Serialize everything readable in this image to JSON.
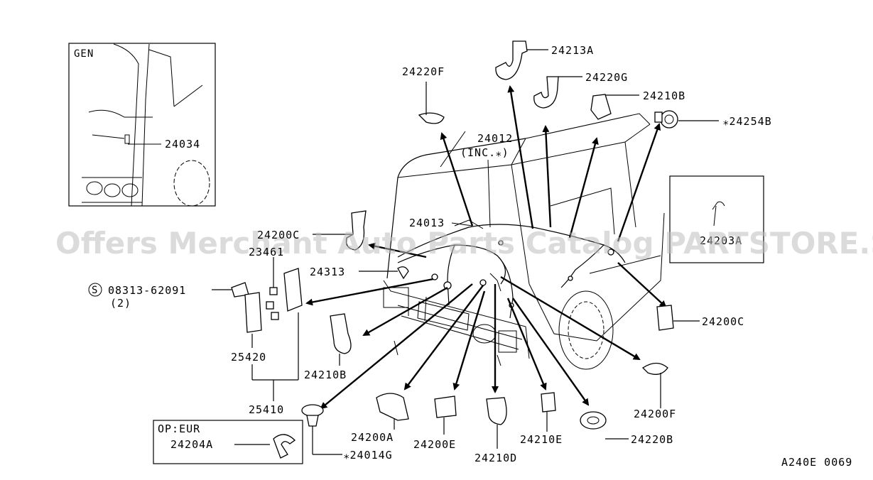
{
  "diagram": {
    "code": "A240E 0069",
    "watermark": "Offers Merchant Auto Parts Catalog PARTSTORE.SA",
    "inset_gen": {
      "label": "GEN",
      "part": "24034"
    },
    "inset_right": {
      "part": "24203A"
    },
    "inset_eur": {
      "label": "OP:EUR",
      "part": "24204A"
    },
    "parts": {
      "p24213A": "24213A",
      "p24220G": "24220G",
      "p24210B_top": "24210B",
      "p24254B": "⁎24254B",
      "p24220F": "24220F",
      "p24012": "24012",
      "p24012_note": "(INC.⁎)",
      "p24013": "24013",
      "p24200": "24200C",
      "p23461": "23461",
      "p24313": "24313",
      "p08313_prefix": "S",
      "p08313": "08313-62091",
      "p08313_qty": "(2)",
      "p25420": "25420",
      "p24210B_low": "24210B",
      "p25410": "25410",
      "p24200C": "24200C",
      "p24200F": "24200F",
      "p24200A": "24200A",
      "p24200E": "24200E",
      "p24210D": "24210D",
      "p24210E": "24210E",
      "p24220B": "24220B",
      "p24014G": "⁎24014G"
    }
  }
}
